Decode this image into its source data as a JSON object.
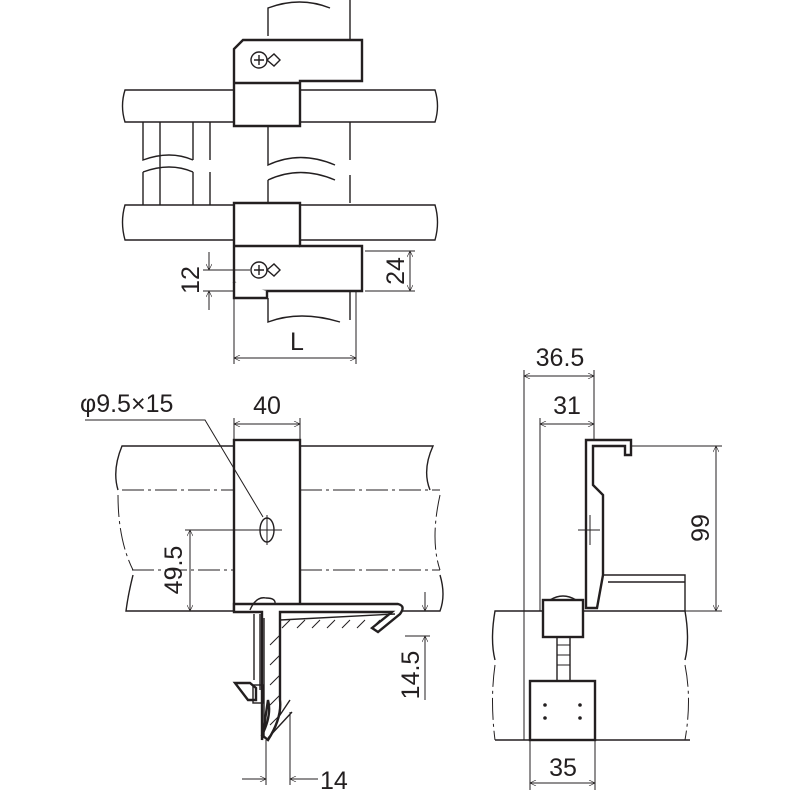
{
  "top_view": {
    "dim_hole_offset": "12",
    "dim_height": "24",
    "dim_length": "L"
  },
  "side_view": {
    "slot_spec": "φ9.5×15",
    "dim_width": "40",
    "dim_slot_height": "49.5",
    "dim_hook_depth": "14.5",
    "dim_leg": "14"
  },
  "end_view": {
    "dim_overall": "36.5",
    "dim_inner": "31",
    "dim_height": "99",
    "dim_block": "35"
  },
  "colors": {
    "line": "#231f20",
    "background": "#ffffff"
  }
}
